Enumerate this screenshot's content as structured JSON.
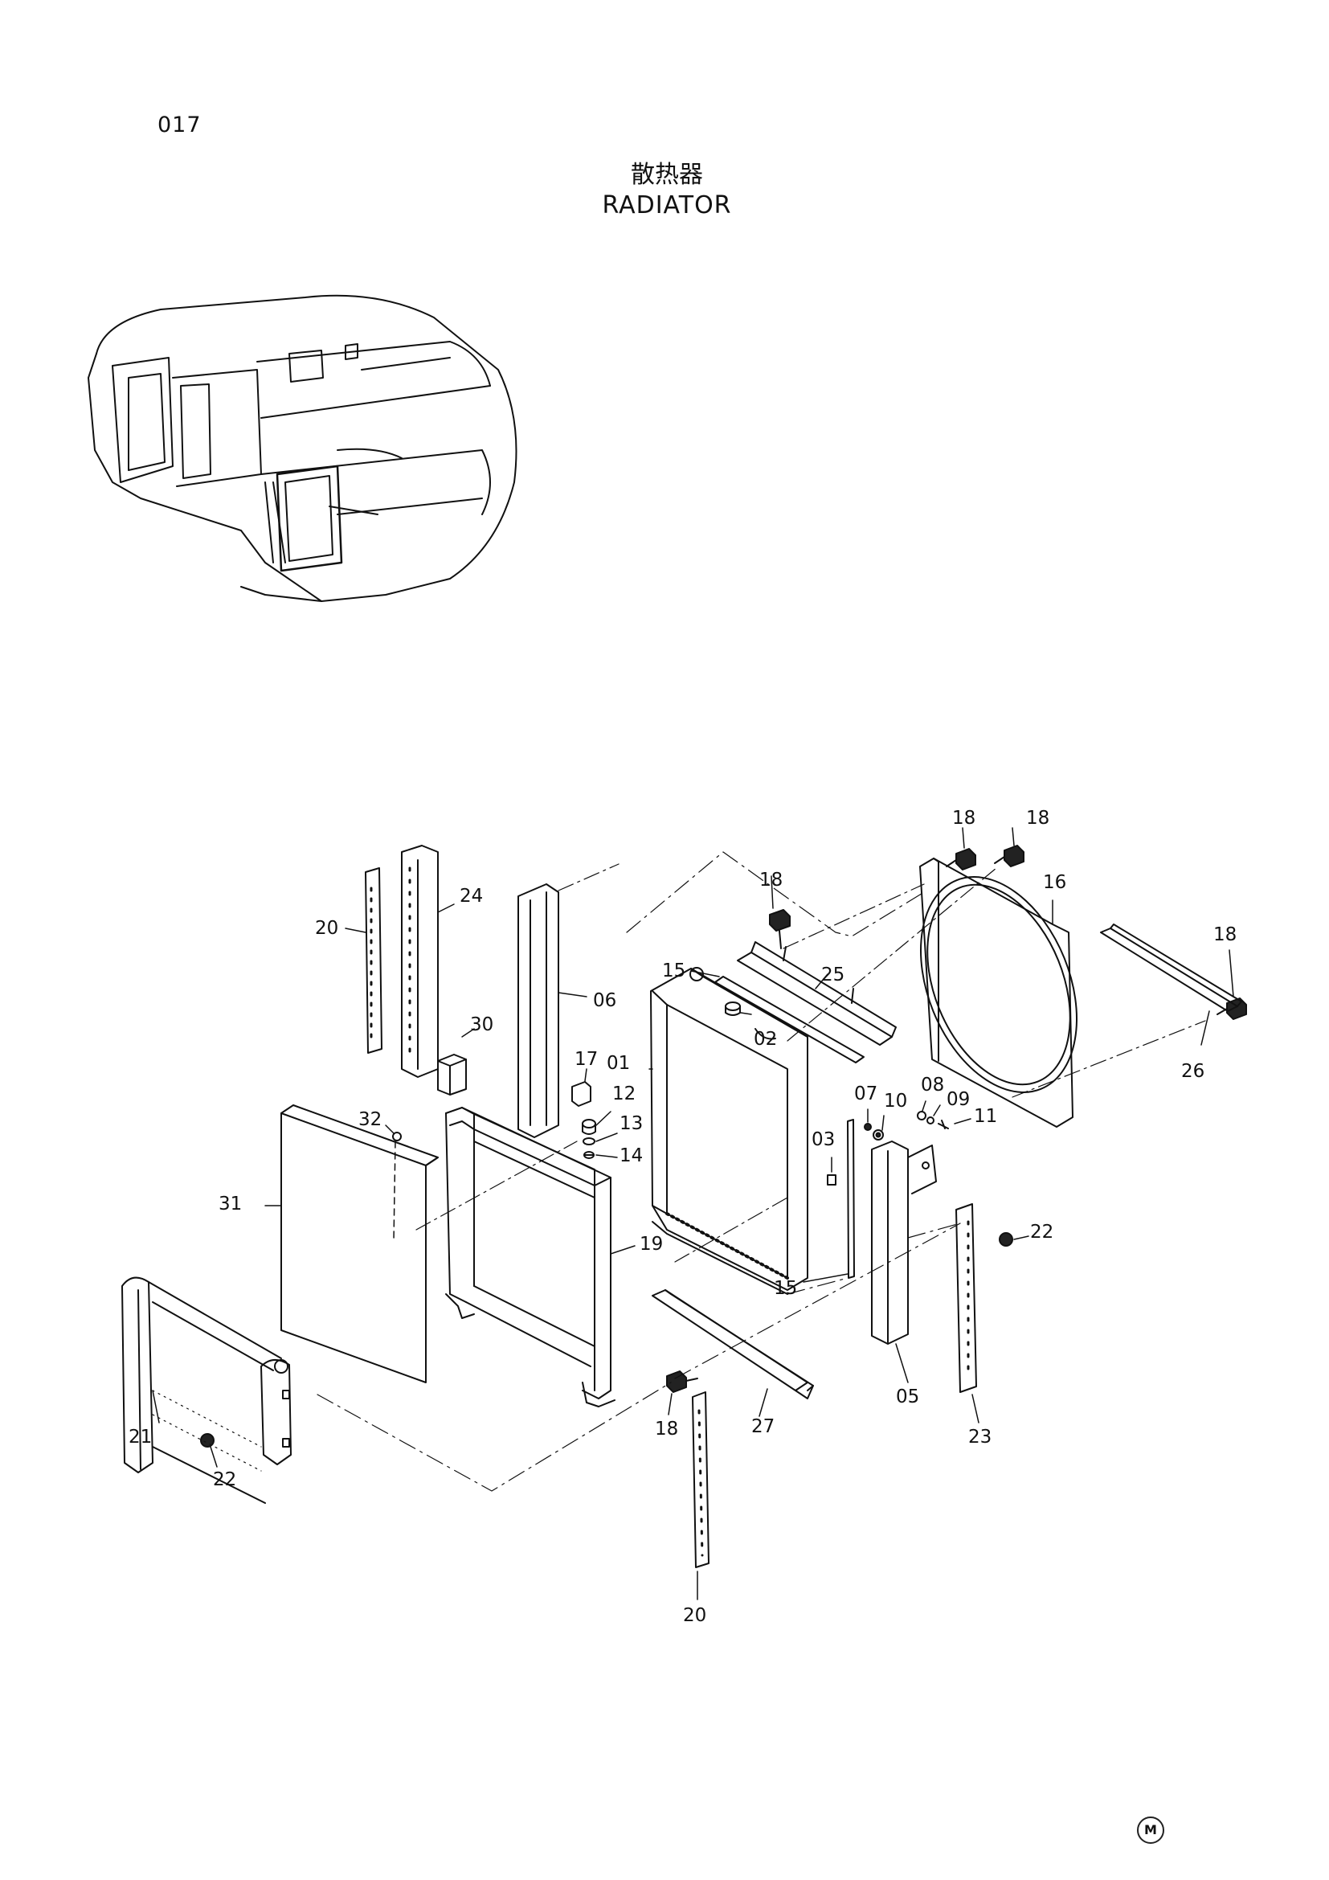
{
  "page_number": "017",
  "title_cn": "散热器",
  "title_en": "RADIATOR",
  "corner_mark": "M",
  "callouts": [
    {
      "id": "01",
      "text": "01"
    },
    {
      "id": "02",
      "text": "02"
    },
    {
      "id": "03",
      "text": "03"
    },
    {
      "id": "05",
      "text": "05"
    },
    {
      "id": "06",
      "text": "06"
    },
    {
      "id": "07",
      "text": "07"
    },
    {
      "id": "08",
      "text": "08"
    },
    {
      "id": "09",
      "text": "09"
    },
    {
      "id": "10",
      "text": "10"
    },
    {
      "id": "11",
      "text": "11"
    },
    {
      "id": "12",
      "text": "12"
    },
    {
      "id": "13",
      "text": "13"
    },
    {
      "id": "14",
      "text": "14"
    },
    {
      "id": "15a",
      "text": "15"
    },
    {
      "id": "15b",
      "text": "15"
    },
    {
      "id": "16",
      "text": "16"
    },
    {
      "id": "17",
      "text": "17"
    },
    {
      "id": "18a",
      "text": "18"
    },
    {
      "id": "18b",
      "text": "18"
    },
    {
      "id": "18c",
      "text": "18"
    },
    {
      "id": "18d",
      "text": "18"
    },
    {
      "id": "18e",
      "text": "18"
    },
    {
      "id": "19",
      "text": "19"
    },
    {
      "id": "20a",
      "text": "20"
    },
    {
      "id": "20b",
      "text": "20"
    },
    {
      "id": "21",
      "text": "21"
    },
    {
      "id": "22a",
      "text": "22"
    },
    {
      "id": "22b",
      "text": "22"
    },
    {
      "id": "23",
      "text": "23"
    },
    {
      "id": "24",
      "text": "24"
    },
    {
      "id": "25",
      "text": "25"
    },
    {
      "id": "26",
      "text": "26"
    },
    {
      "id": "27",
      "text": "27"
    },
    {
      "id": "30",
      "text": "30"
    },
    {
      "id": "31",
      "text": "31"
    },
    {
      "id": "32",
      "text": "32"
    }
  ]
}
